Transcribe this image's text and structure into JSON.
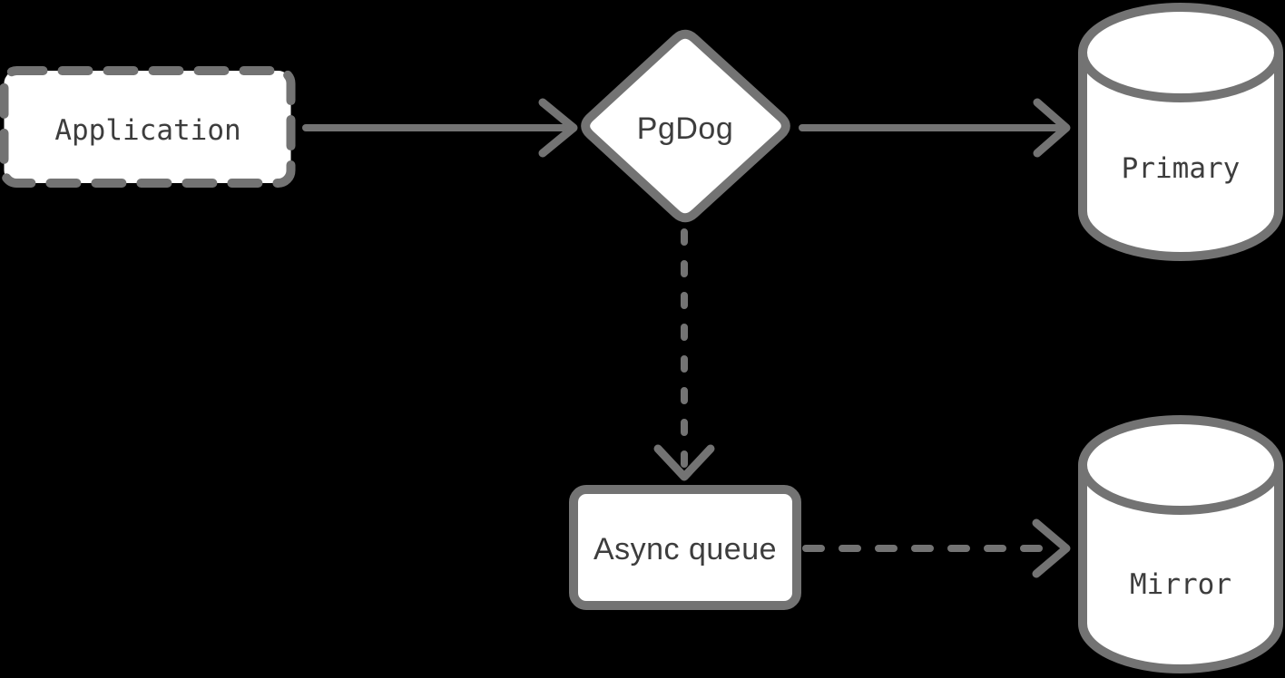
{
  "diagram": {
    "colors": {
      "background": "#000000",
      "stroke": "#737373",
      "shape_fill": "#ffffff",
      "label_text": "#3d3d3d"
    },
    "nodes": {
      "application": {
        "label": "Application",
        "shape": "rectangle",
        "border": "dashed"
      },
      "pgdog": {
        "label": "PgDog",
        "shape": "diamond",
        "border": "solid"
      },
      "primary": {
        "label": "Primary",
        "shape": "cylinder",
        "border": "solid"
      },
      "async_queue": {
        "label": "Async queue",
        "shape": "rectangle",
        "border": "solid"
      },
      "mirror": {
        "label": "Mirror",
        "shape": "cylinder",
        "border": "solid"
      }
    },
    "edges": [
      {
        "from": "application",
        "to": "pgdog",
        "style": "solid",
        "direction": "right"
      },
      {
        "from": "pgdog",
        "to": "primary",
        "style": "solid",
        "direction": "right"
      },
      {
        "from": "pgdog",
        "to": "async_queue",
        "style": "dashed",
        "direction": "down"
      },
      {
        "from": "async_queue",
        "to": "mirror",
        "style": "dashed",
        "direction": "right"
      }
    ]
  }
}
